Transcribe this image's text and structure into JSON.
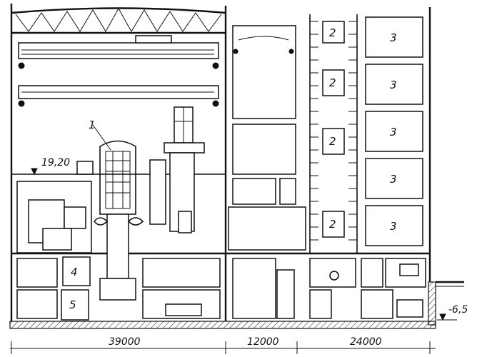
{
  "elevations": {
    "upper": "19,20",
    "lower": "-6,5"
  },
  "dimensions": [
    "39000",
    "12000",
    "24000"
  ],
  "labels": {
    "reactor": "1",
    "turbine_hall": [
      "2",
      "2",
      "2",
      "2"
    ],
    "electrical_bay": [
      "3",
      "3",
      "3",
      "3",
      "3"
    ],
    "room_4": "4",
    "room_5": "5"
  }
}
